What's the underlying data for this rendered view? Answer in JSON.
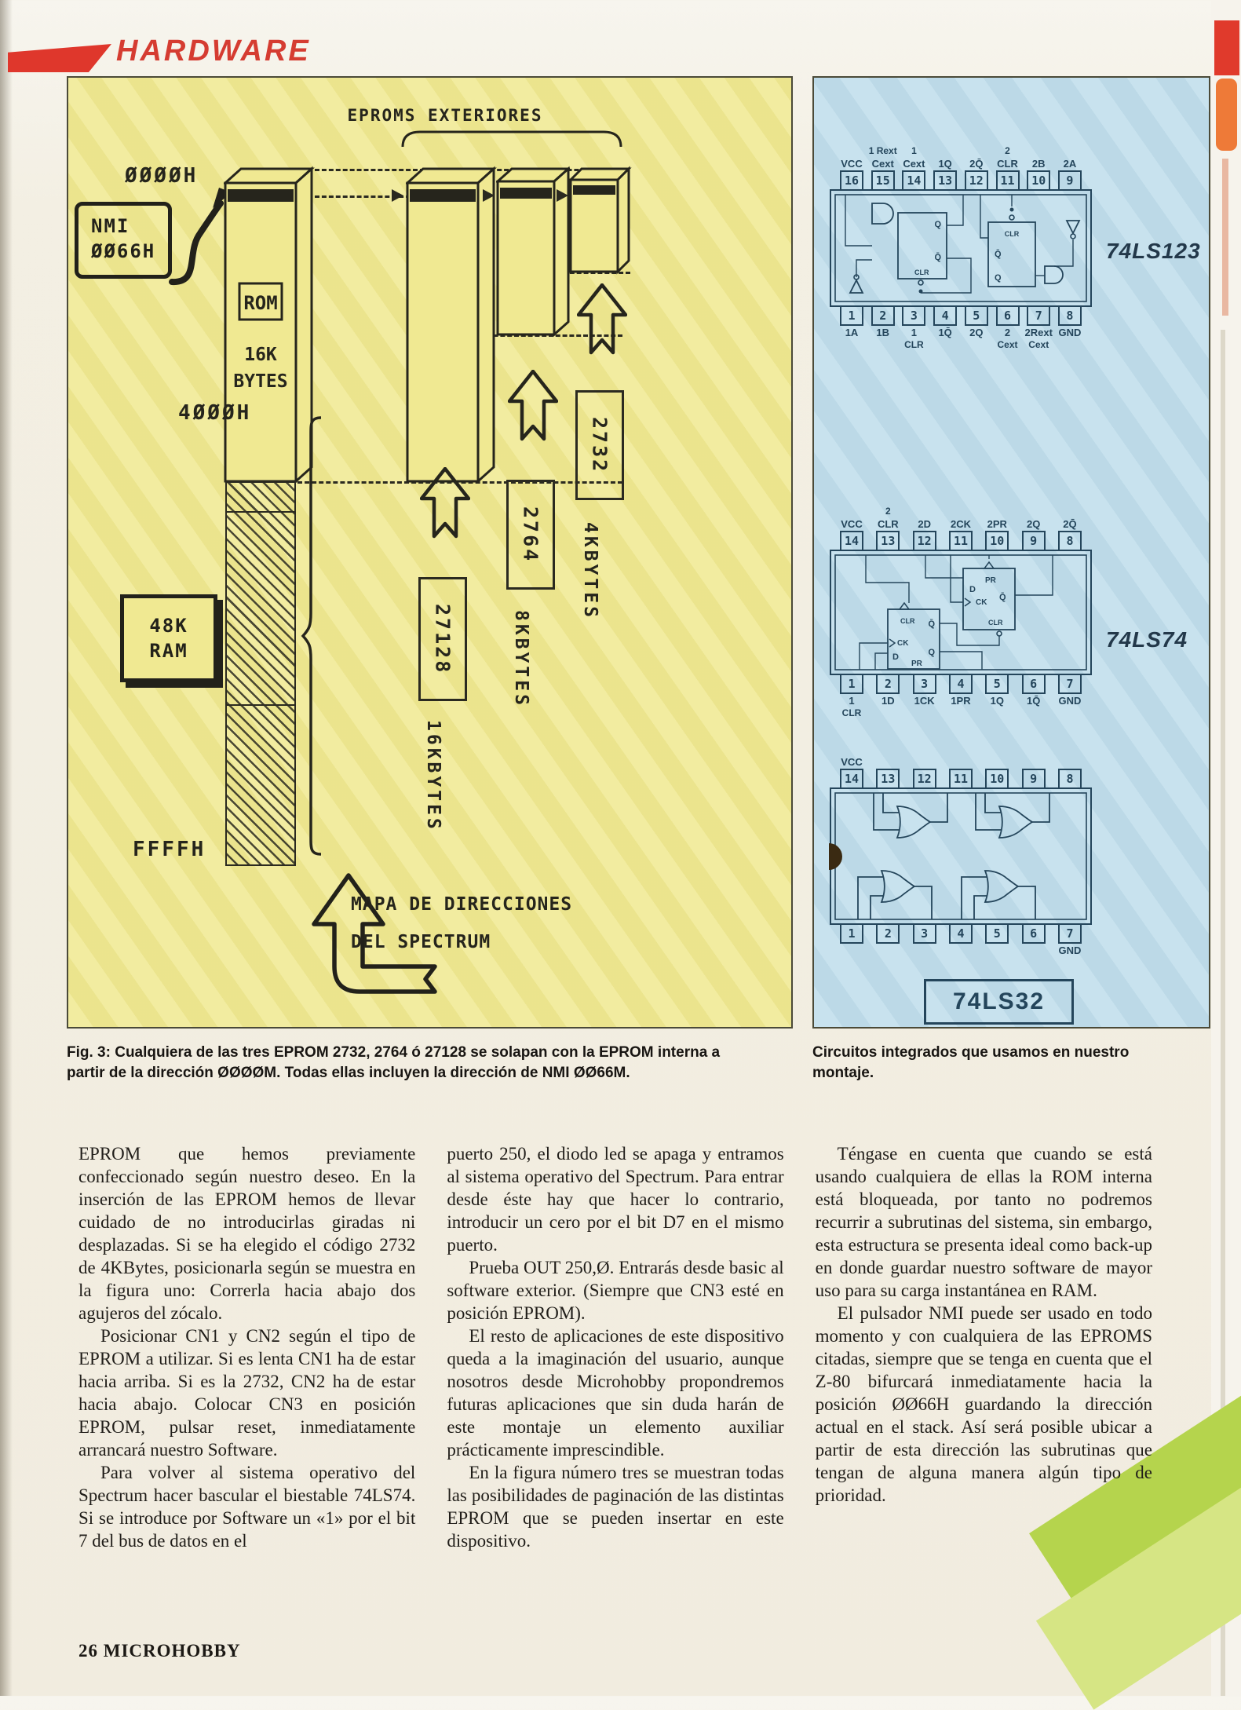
{
  "header": {
    "section": "HARDWARE"
  },
  "footer": {
    "page_number": "26",
    "magazine": "MICROHOBBY"
  },
  "diagram": {
    "title": "EPROMS EXTERIORES",
    "addresses": {
      "start": "ØØØØH",
      "mid": "4ØØØH",
      "end": "FFFFH"
    },
    "nmi_box": {
      "line1": "NMI",
      "line2": "ØØ66H"
    },
    "rom_chip": {
      "label": "ROM",
      "size_line1": "16K",
      "size_line2": "BYTES"
    },
    "ram_box": {
      "line1": "48K",
      "line2": "RAM"
    },
    "eproms": [
      {
        "num": "27128",
        "size": "16KBYTES"
      },
      {
        "num": "2764",
        "size": "8KBYTES"
      },
      {
        "num": "2732",
        "size": "4KBYTES"
      }
    ],
    "map_label_line1": "MAPA DE DIRECCIONES",
    "map_label_line2": "DEL SPECTRUM"
  },
  "circuits": {
    "ics": [
      {
        "name": "74LS123",
        "top_pins": [
          {
            "n": "16",
            "l": "VCC",
            "s": ""
          },
          {
            "n": "15",
            "l": "Cext",
            "s": "1 Rext"
          },
          {
            "n": "14",
            "l": "Cext",
            "s": "1"
          },
          {
            "n": "13",
            "l": "1Q",
            "s": ""
          },
          {
            "n": "12",
            "l": "2Q̄",
            "s": ""
          },
          {
            "n": "11",
            "l": "CLR",
            "s": "2"
          },
          {
            "n": "10",
            "l": "2B",
            "s": ""
          },
          {
            "n": "9",
            "l": "2A",
            "s": ""
          }
        ],
        "bottom_pins": [
          {
            "n": "1",
            "l": "1A",
            "s": ""
          },
          {
            "n": "2",
            "l": "1B",
            "s": ""
          },
          {
            "n": "3",
            "l": "1",
            "s": "CLR"
          },
          {
            "n": "4",
            "l": "1Q̄",
            "s": ""
          },
          {
            "n": "5",
            "l": "2Q",
            "s": ""
          },
          {
            "n": "6",
            "l": "2",
            "s": "Cext"
          },
          {
            "n": "7",
            "l": "2Rext",
            "s": "Cext"
          },
          {
            "n": "8",
            "l": "GND",
            "s": ""
          }
        ],
        "internal": [
          "Q",
          "Q̄",
          "CLR",
          "CLR",
          "Q̄",
          "Q"
        ]
      },
      {
        "name": "74LS74",
        "top_pins": [
          {
            "n": "14",
            "l": "VCC",
            "s": ""
          },
          {
            "n": "13",
            "l": "CLR",
            "s": "2"
          },
          {
            "n": "12",
            "l": "2D",
            "s": ""
          },
          {
            "n": "11",
            "l": "2CK",
            "s": ""
          },
          {
            "n": "10",
            "l": "2PR",
            "s": ""
          },
          {
            "n": "9",
            "l": "2Q",
            "s": ""
          },
          {
            "n": "8",
            "l": "2Q̄",
            "s": ""
          }
        ],
        "bottom_pins": [
          {
            "n": "1",
            "l": "1",
            "s": "CLR"
          },
          {
            "n": "2",
            "l": "1D",
            "s": ""
          },
          {
            "n": "3",
            "l": "1CK",
            "s": ""
          },
          {
            "n": "4",
            "l": "1PR",
            "s": ""
          },
          {
            "n": "5",
            "l": "1Q",
            "s": ""
          },
          {
            "n": "6",
            "l": "1Q̄",
            "s": ""
          },
          {
            "n": "7",
            "l": "GND",
            "s": ""
          }
        ],
        "internal": [
          "D",
          "PR",
          "CK",
          "CLR",
          "Q̄",
          "CLR",
          "Q̄",
          "CK",
          "D",
          "PR",
          "Q"
        ]
      },
      {
        "name": "74LS32",
        "top_pins": [
          {
            "n": "14",
            "l": "VCC",
            "s": ""
          },
          {
            "n": "13",
            "l": "",
            "s": ""
          },
          {
            "n": "12",
            "l": "",
            "s": ""
          },
          {
            "n": "11",
            "l": "",
            "s": ""
          },
          {
            "n": "10",
            "l": "",
            "s": ""
          },
          {
            "n": "9",
            "l": "",
            "s": ""
          },
          {
            "n": "8",
            "l": "",
            "s": ""
          }
        ],
        "bottom_pins": [
          {
            "n": "1",
            "l": "",
            "s": ""
          },
          {
            "n": "2",
            "l": "",
            "s": ""
          },
          {
            "n": "3",
            "l": "",
            "s": ""
          },
          {
            "n": "4",
            "l": "",
            "s": ""
          },
          {
            "n": "5",
            "l": "",
            "s": ""
          },
          {
            "n": "6",
            "l": "",
            "s": ""
          },
          {
            "n": "7",
            "l": "GND",
            "s": ""
          }
        ],
        "internal": []
      }
    ]
  },
  "captions": {
    "fig3": "Fig. 3: Cualquiera de las tres EPROM 2732, 2764 ó 27128 se solapan con la EPROM interna a partir de la dirección ØØØØM. Todas ellas incluyen la dirección de NMI ØØ66M.",
    "circuits": "Circuitos integrados que usamos en nuestro montaje."
  },
  "article": {
    "columns": [
      {
        "paragraphs": [
          {
            "indent": false,
            "text": "EPROM que hemos previamente confeccionado según nuestro deseo. En la inserción de las EPROM hemos de llevar cuidado de no introducirlas giradas ni desplazadas. Si se ha elegido el código 2732 de 4KBytes, posicionarla según se muestra en la figura uno: Correrla hacia abajo dos agujeros del zócalo."
          },
          {
            "indent": true,
            "text": "Posicionar CN1 y CN2 según el tipo de EPROM a utilizar. Si es lenta CN1 ha de estar hacia arriba. Si es la 2732, CN2 ha de estar hacia abajo. Colocar CN3 en posición EPROM, pulsar reset, inmediatamente arrancará nuestro Software."
          },
          {
            "indent": true,
            "text": "Para volver al sistema operativo del Spectrum hacer bascular el biestable 74LS74. Si se introduce por Software un «1» por el bit 7 del bus de datos en el"
          }
        ]
      },
      {
        "paragraphs": [
          {
            "indent": false,
            "text": "puerto 250, el diodo led se apaga y entramos al sistema operativo del Spectrum. Para entrar desde éste hay que hacer lo contrario, introducir un cero por el bit D7 en el mismo puerto."
          },
          {
            "indent": true,
            "text": "Prueba OUT 250,Ø. Entrarás desde basic al software exterior. (Siempre que CN3 esté en posición EPROM)."
          },
          {
            "indent": true,
            "text": "El resto de aplicaciones de este dispositivo queda a la imaginación del usuario, aunque nosotros desde Microhobby propondremos futuras aplicaciones que sin duda harán de este montaje un elemento auxiliar prácticamente imprescindible."
          },
          {
            "indent": true,
            "text": "En la figura número tres se muestran todas las posibilidades de paginación de las distintas EPROM que se pueden insertar en este dispositivo."
          }
        ]
      },
      {
        "paragraphs": [
          {
            "indent": true,
            "text": "Téngase en cuenta que cuando se está usando cualquiera de ellas la ROM interna está bloqueada, por tanto no podremos recurrir a subrutinas del sistema, sin embargo, esta estructura se presenta ideal como back-up en donde guardar nuestro software de mayor uso para su carga instantánea en RAM."
          },
          {
            "indent": true,
            "text": "El pulsador NMI puede ser usado en todo momento y con cualquiera de las EPROMS citadas, siempre que se tenga en cuenta que el Z-80 bifurcará inmediatamente hacia la posición ØØ66H guardando la dirección actual en el stack. Así será posible ubicar a partir de esta dirección las subrutinas que tengan de alguna manera algún tipo de prioridad."
          }
        ]
      }
    ]
  }
}
